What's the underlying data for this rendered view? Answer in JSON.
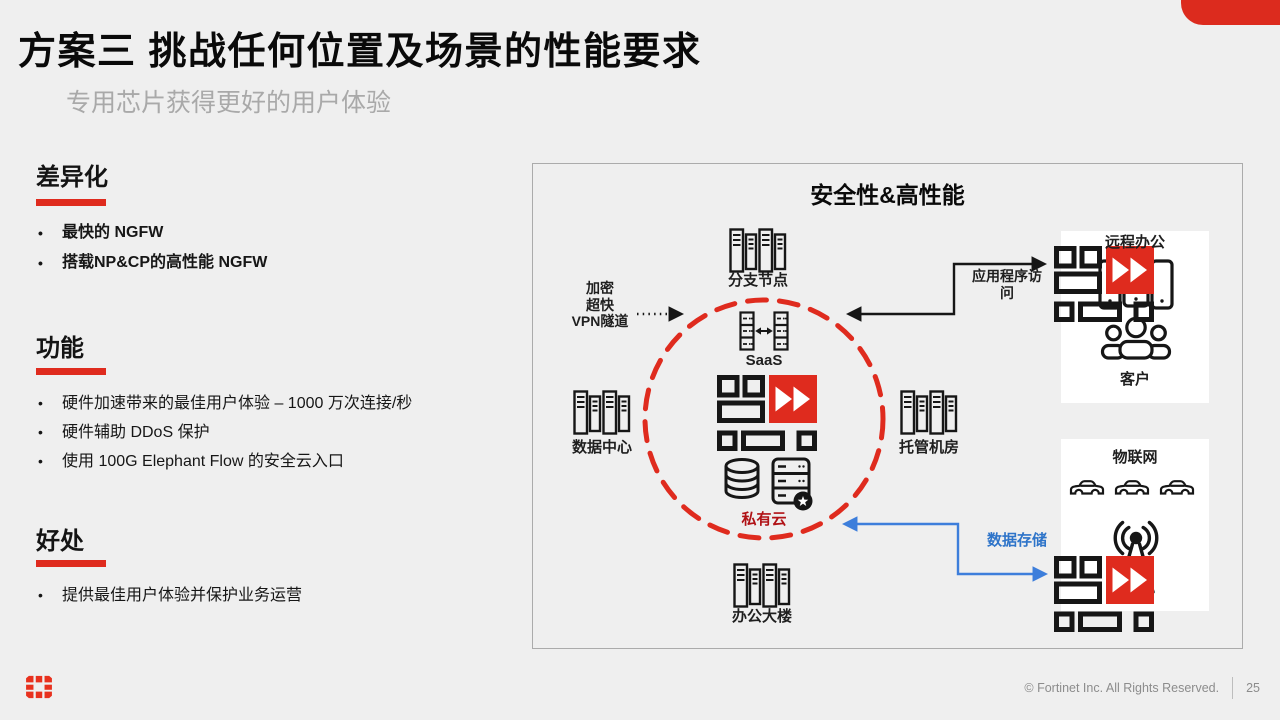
{
  "slide": {
    "title": "方案三 挑战任何位置及场景的性能要求",
    "subtitle": "专用芯片获得更好的用户体验"
  },
  "sections": [
    {
      "heading": "差异化",
      "bullets": [
        "最快的 NGFW",
        "搭载NP&CP的高性能 NGFW"
      ]
    },
    {
      "heading": "功能",
      "bullets": [
        "硬件加速带来的最佳用户体验 – 1000 万次连接/秒",
        "硬件辅助 DDoS 保护",
        "使用 100G Elephant Flow 的安全云入口"
      ]
    },
    {
      "heading": "好处",
      "bullets": [
        "提供最佳用户体验并保护业务运营"
      ]
    }
  ],
  "diagram": {
    "title": "安全性&高性能",
    "labels": {
      "branch": "分支节点",
      "saas": "SaaS",
      "datacenter": "数据中心",
      "colo": "托管机房",
      "private_cloud": "私有云",
      "office": "办公大楼",
      "remote_work": "远程办公",
      "customers": "客户",
      "iot": "物联网"
    },
    "annotations": {
      "vpn_lines": [
        "加密",
        "超快",
        "VPN隧道"
      ],
      "app_access_lines": [
        "应用程序访",
        "问"
      ],
      "data_storage": "数据存储"
    },
    "icons": [
      "server-rack-icon",
      "saas-sync-icon",
      "fortinet-grid-logo-icon",
      "database-cylinder-icon",
      "server-star-icon",
      "smartphones-icon",
      "people-icon",
      "car-icon",
      "radio-tower-icon"
    ]
  },
  "footer": {
    "copyright": "© Fortinet Inc. All Rights Reserved.",
    "page_number": "25"
  },
  "colors": {
    "accent_red": "#DF2B1E",
    "dark_red": "#B01216",
    "label_blue": "#2E74C9",
    "arrow_blue": "#3D7EDB",
    "slide_bg": "#EFEFEF",
    "muted_gray": "#A9A9A9"
  }
}
